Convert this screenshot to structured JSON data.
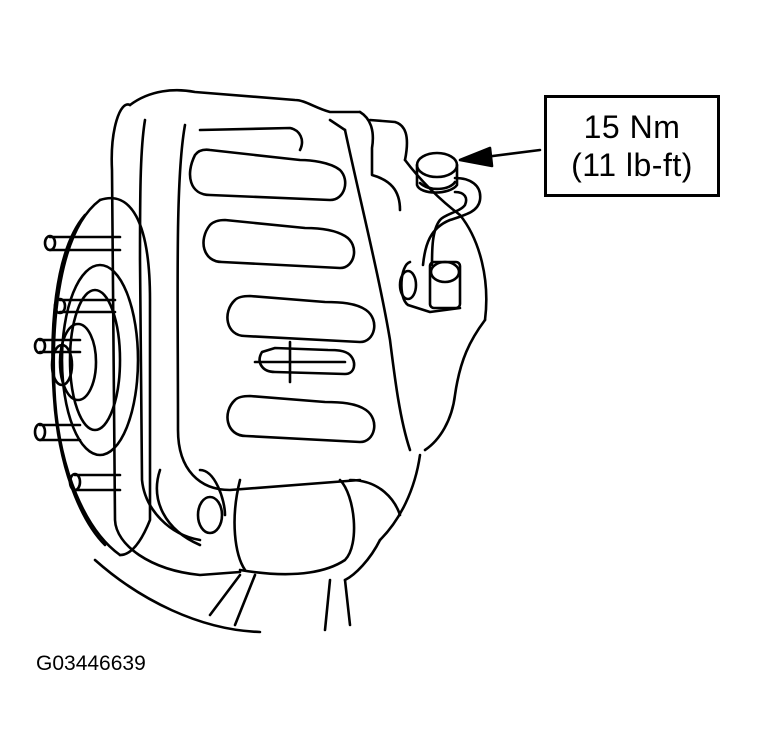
{
  "callout": {
    "torque_metric": "15 Nm",
    "torque_imperial": "(11 lb-ft)"
  },
  "figure_id": "G03446639",
  "colors": {
    "ink": "#000000",
    "paper": "#ffffff"
  }
}
